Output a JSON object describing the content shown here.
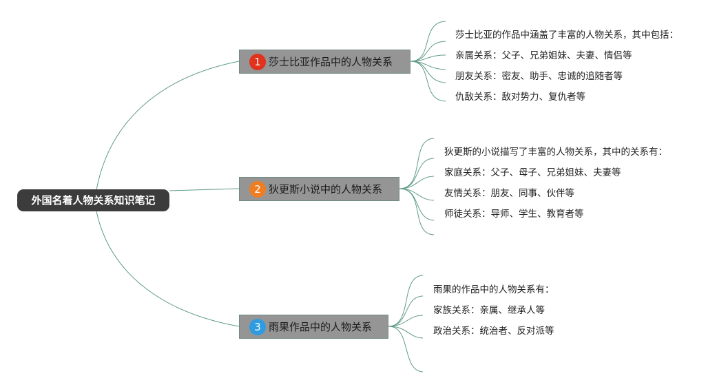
{
  "root": {
    "label": "外国名着人物关系知识笔记"
  },
  "branches": [
    {
      "badge": "1",
      "badge_color": "#e0321c",
      "title": "莎士比亚作品中的人物关系",
      "leaves": [
        "莎士比亚的作品中涵盖了丰富的人物关系，其中包括：",
        "亲属关系：父子、兄弟姐妹、夫妻、情侣等",
        "朋友关系：密友、助手、忠诚的追随者等",
        "仇敌关系：敌对势力、复仇者等"
      ]
    },
    {
      "badge": "2",
      "badge_color": "#ef7d22",
      "title": "狄更斯小说中的人物关系",
      "leaves": [
        "狄更斯的小说描写了丰富的人物关系，其中的关系有：",
        "家庭关系：父子、母子、兄弟姐妹、夫妻等",
        "友情关系：朋友、同事、伙伴等",
        "师徒关系：导师、学生、教育者等"
      ]
    },
    {
      "badge": "3",
      "badge_color": "#2f9be0",
      "title": "雨果作品中的人物关系",
      "leaves": [
        "雨果的作品中的人物关系有：",
        "家族关系：亲属、继承人等",
        "政治关系：统治者、反对派等"
      ]
    }
  ],
  "colors": {
    "line": "#5f9a86",
    "root_bg": "#3c3c3c",
    "topic_bg": "#959595"
  }
}
